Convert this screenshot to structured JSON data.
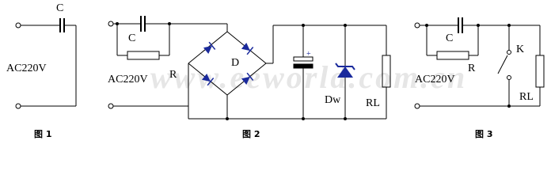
{
  "watermark": "www.eeworld.com.cn",
  "figure1": {
    "caption": "图 1",
    "cap_label": "C",
    "source_label": "AC220V"
  },
  "figure2": {
    "caption": "图 2",
    "cap_label": "C",
    "source_label": "AC220V",
    "resistor_label": "R",
    "bridge_label": "D",
    "zener_label": "Dw",
    "load_label": "RL",
    "electrolytic_polarity": "+"
  },
  "figure3": {
    "caption": "图 3",
    "cap_label": "C",
    "source_label": "AC220V",
    "resistor_label": "R",
    "switch_label": "K",
    "load_label": "RL"
  },
  "colors": {
    "wire": "#000000",
    "diode": "#1a2a9c",
    "watermark": "#e6e6e6"
  }
}
